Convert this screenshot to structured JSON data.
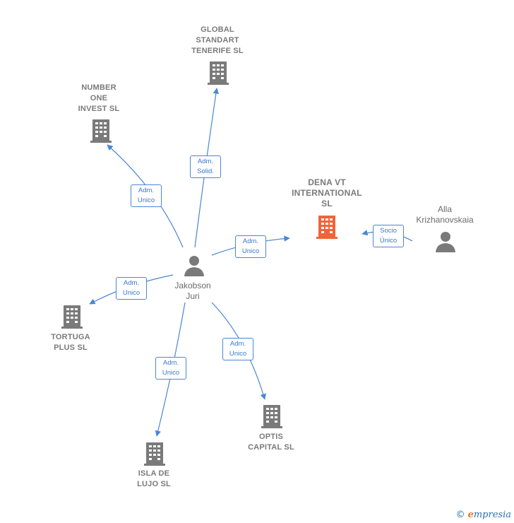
{
  "nodes": {
    "global_standart": {
      "label": "GLOBAL\nSTANDART\nTENERIFE  SL"
    },
    "number_one": {
      "label": "NUMBER\nONE\nINVEST  SL"
    },
    "dena_vt": {
      "label": "DENA VT\nINTERNATIONAL\nSL"
    },
    "alla": {
      "label": "Alla\nKrizhanovskaia"
    },
    "jakobson": {
      "label": "Jakobson\nJuri"
    },
    "tortuga": {
      "label": "TORTUGA\nPLUS  SL"
    },
    "isla": {
      "label": "ISLA DE\nLUJO  SL"
    },
    "optis": {
      "label": "OPTIS\nCAPITAL  SL"
    }
  },
  "relations": {
    "to_global": "Adm.\nSolid.",
    "to_number_one": "Adm.\nUnico",
    "to_dena": "Adm.\nUnico",
    "alla_to_dena": "Socio\nÚnico",
    "to_tortuga": "Adm.\nUnico",
    "to_isla": "Adm.\nUnico",
    "to_optis": "Adm.\nUnico"
  },
  "colors": {
    "company": "#7a7a7a",
    "focus_company": "#f0643a",
    "person": "#7a7a7a",
    "edge": "#4a86d4"
  },
  "brand": {
    "copyright": "©",
    "name_initial": "e",
    "name_rest": "mpresia"
  }
}
